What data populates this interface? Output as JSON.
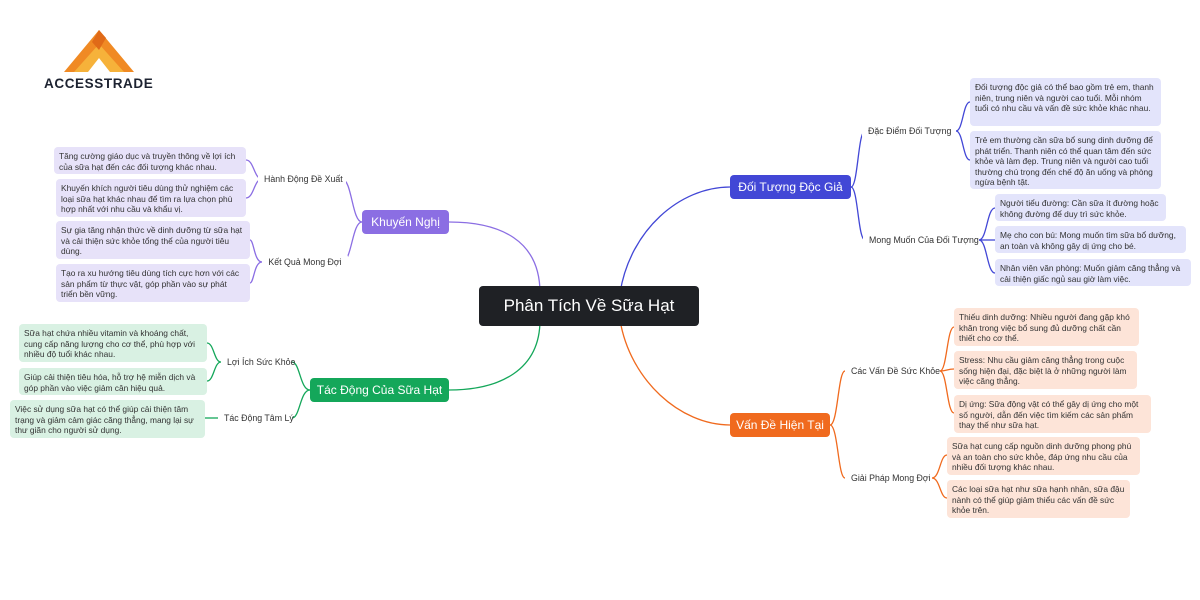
{
  "logo": {
    "brand": "ACCESSTRADE"
  },
  "center": "Phân Tích Về Sữa Hạt",
  "branches": {
    "recommend": {
      "label": "Khuyến Nghị",
      "groups": [
        {
          "label": "Hành Động Đề Xuất",
          "items": [
            "Tăng cường giáo dục và truyền thông về lợi ích của sữa hạt đến các đối tượng khác nhau.",
            "Khuyến khích người tiêu dùng thử nghiệm các loại sữa hạt khác nhau để tìm ra lựa chọn phù hợp nhất với nhu cầu và khẩu vị."
          ]
        },
        {
          "label": "Kết Quả Mong Đợi",
          "items": [
            "Sự gia tăng nhận thức về dinh dưỡng từ sữa hạt và cải thiện sức khỏe tổng thể của người tiêu dùng.",
            "Tạo ra xu hướng tiêu dùng tích cực hơn với các sản phẩm từ thực vật, góp phần vào sự phát triển bền vững."
          ]
        }
      ]
    },
    "impact": {
      "label": "Tác Động Của Sữa Hạt",
      "groups": [
        {
          "label": "Lợi Ích Sức Khỏe",
          "items": [
            "Sữa hạt chứa nhiều vitamin và khoáng chất, cung cấp năng lượng cho cơ thể, phù hợp với nhiều độ tuổi khác nhau.",
            "Giúp cải thiện tiêu hóa, hỗ trợ hệ miễn dịch và góp phần vào việc giảm cân hiệu quả."
          ]
        },
        {
          "label": "Tác Động Tâm Lý",
          "items": [
            "Việc sử dụng sữa hạt có thể giúp cải thiện tâm trạng và giảm cảm giác căng thẳng, mang lại sự thư giãn cho người sử dụng."
          ]
        }
      ]
    },
    "audience": {
      "label": "Đối Tượng Độc Giả",
      "groups": [
        {
          "label": "Đặc Điểm Đối Tượng",
          "items": [
            "Đối tượng độc giả có thể bao gồm trẻ em, thanh niên, trung niên và người cao tuổi. Mỗi nhóm tuổi có nhu cầu và vấn đề sức khỏe khác nhau.",
            "Trẻ em thường cần sữa bổ sung dinh dưỡng để phát triển. Thanh niên có thể quan tâm đến sức khỏe và làm đẹp. Trung niên và người cao tuổi thường chú trọng đến chế độ ăn uống và phòng ngừa bệnh tật."
          ]
        },
        {
          "label": "Mong Muốn Của Đối Tượng",
          "items": [
            "Người tiểu đường: Cần sữa ít đường hoặc không đường để duy trì sức khỏe.",
            "Mẹ cho con bú: Mong muốn tìm sữa bổ dưỡng, an toàn và không gây dị ứng cho bé.",
            "Nhân viên văn phòng: Muốn giảm căng thẳng và cải thiện giấc ngủ sau giờ làm việc."
          ]
        }
      ]
    },
    "issues": {
      "label": "Vấn Đề Hiện Tại",
      "groups": [
        {
          "label": "Các Vấn Đề Sức Khỏe",
          "items": [
            "Thiếu dinh dưỡng: Nhiều người đang gặp khó khăn trong việc bổ sung đủ dưỡng chất cần thiết cho cơ thể.",
            "Stress: Nhu cầu giảm căng thẳng trong cuộc sống hiện đại, đặc biệt là ở những người làm việc căng thẳng.",
            "Dị ứng: Sữa động vật có thể gây dị ứng cho một số người, dẫn đến việc tìm kiếm các sản phẩm thay thế như sữa hạt."
          ]
        },
        {
          "label": "Giải Pháp Mong Đợi",
          "items": [
            "Sữa hạt cung cấp nguồn dinh dưỡng phong phú và an toàn cho sức khỏe, đáp ứng nhu cầu của nhiều đối tượng khác nhau.",
            "Các loại sữa hạt như sữa hạnh nhân, sữa đậu nành có thể giúp giảm thiểu các vấn đề sức khỏe trên."
          ]
        }
      ]
    }
  },
  "colors": {
    "purple": "#8b6ee3",
    "green": "#14a75a",
    "blue": "#4247d6",
    "orange": "#f06a1e",
    "center": "#1f2125"
  }
}
